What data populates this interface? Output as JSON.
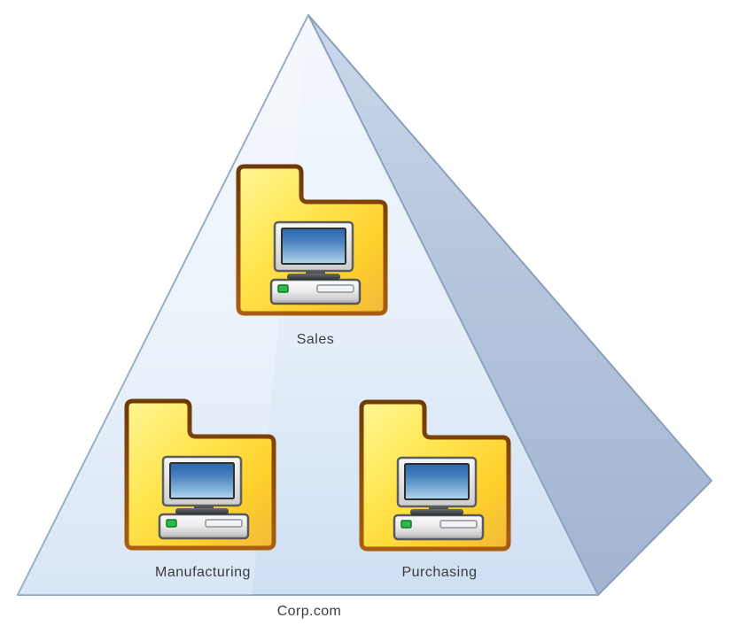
{
  "pyramid": {
    "base_label": "Corp.com",
    "front_face_gradient": [
      "#F3F8FD",
      "#CEDFF3"
    ],
    "side_face_gradient": [
      "#CBD8EB",
      "#A2B5D0"
    ],
    "stroke_color": "#8FA4BF"
  },
  "nodes": [
    {
      "id": "sales",
      "label": "Sales",
      "icon": "folder-computer-icon"
    },
    {
      "id": "manufacturing",
      "label": "Manufacturing",
      "icon": "folder-computer-icon"
    },
    {
      "id": "purchasing",
      "label": "Purchasing",
      "icon": "folder-computer-icon"
    }
  ],
  "colors": {
    "background": "#FFFFFF",
    "folder_fill_light": "#FFF796",
    "folder_fill_dark": "#F0B93A",
    "folder_border": "#8C4A08",
    "monitor_screen_top": "#2B65AC",
    "monitor_screen_bottom": "#B4D7EE",
    "case_led_green": "#2EB94A",
    "label_text": "#3C3C3C"
  }
}
